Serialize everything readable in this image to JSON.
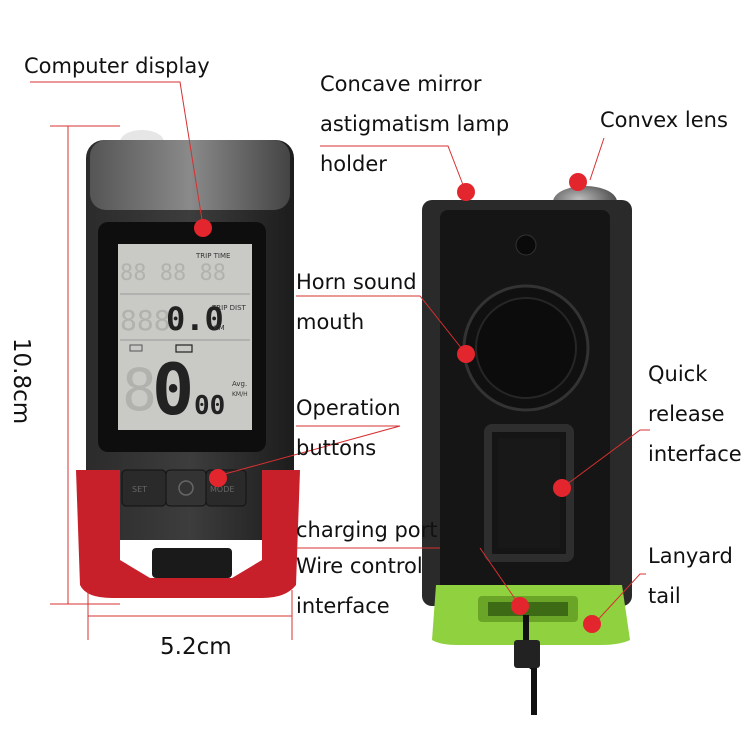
{
  "labels": {
    "computer_display": "Computer display",
    "concave_line1": "Concave mirror",
    "concave_line2": "astigmatism lamp",
    "concave_line3": "holder",
    "convex_lens": "Convex lens",
    "horn_line1": "Horn sound",
    "horn_line2": "mouth",
    "operation_line1": "Operation",
    "operation_line2": "buttons",
    "quick_line1": "Quick",
    "quick_line2": "release",
    "quick_line3": "interface",
    "charging_port": "charging port",
    "wire_line1": "Wire control",
    "wire_line2": "interface",
    "lanyard_line1": "Lanyard",
    "lanyard_line2": "tail"
  },
  "dimensions": {
    "height": "10.8cm",
    "width": "5.2cm"
  },
  "lcd": {
    "trip_time": "TRIP TIME",
    "trip_dist": "TRIP DIST",
    "km": "KM",
    "avg": "Avg.",
    "kmh": "KM/H",
    "dist_value": "0.0",
    "speed_int": "0",
    "speed_dec": "00"
  },
  "buttons": {
    "set": "SET",
    "mode": "MODE"
  },
  "colors": {
    "marker": "#e3262d",
    "body": "#1e1e1e",
    "red_mount": "#c8202a",
    "green_tail": "#8fd13f"
  }
}
